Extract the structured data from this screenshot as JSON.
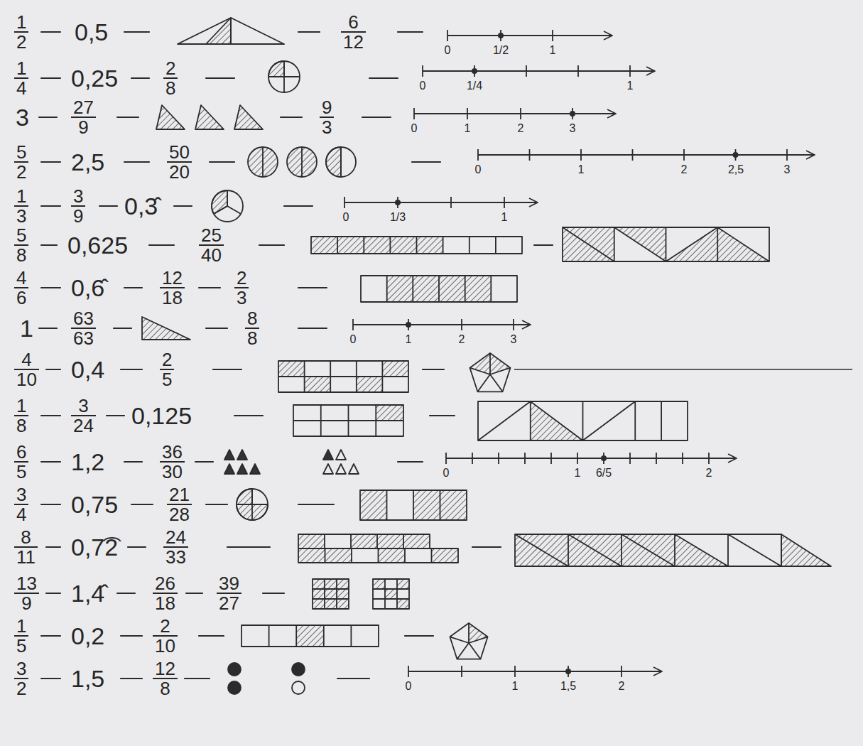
{
  "diagram": {
    "labels": [
      "1",
      "2",
      "0,5",
      "6",
      "12",
      "0",
      "1/2",
      "1",
      "1",
      "4",
      "0,25",
      "2",
      "8",
      "0",
      "1/4",
      "1",
      "3",
      "27",
      "9",
      "9",
      "3",
      "0",
      "1",
      "2",
      "3",
      "5",
      "2",
      "2,5",
      "50",
      "20",
      "0",
      "1",
      "2",
      "2,5",
      "3",
      "1",
      "3",
      "3",
      "9",
      "0,3̂",
      "0",
      "1/3",
      "1",
      "5",
      "8",
      "0,625",
      "25",
      "40",
      "4",
      "6",
      "0,6̂",
      "12",
      "18",
      "2",
      "3",
      "1",
      "63",
      "63",
      "8",
      "8",
      "0",
      "1",
      "2",
      "3",
      "4",
      "10",
      "0,4",
      "2",
      "5",
      "1",
      "8",
      "3",
      "24",
      "0,125",
      "6",
      "5",
      "1,2",
      "36",
      "30",
      "0",
      "1",
      "6/5",
      "2",
      "3",
      "4",
      "0,75",
      "21",
      "28",
      "8",
      "11",
      "0,7͡2",
      "24",
      "33",
      "13",
      "9",
      "1,4̂",
      "26",
      "18",
      "39",
      "27",
      "1",
      "5",
      "0,2",
      "2",
      "10",
      "3",
      "2",
      "1,5",
      "12",
      "8",
      "0",
      "1",
      "1,5",
      "2"
    ]
  }
}
